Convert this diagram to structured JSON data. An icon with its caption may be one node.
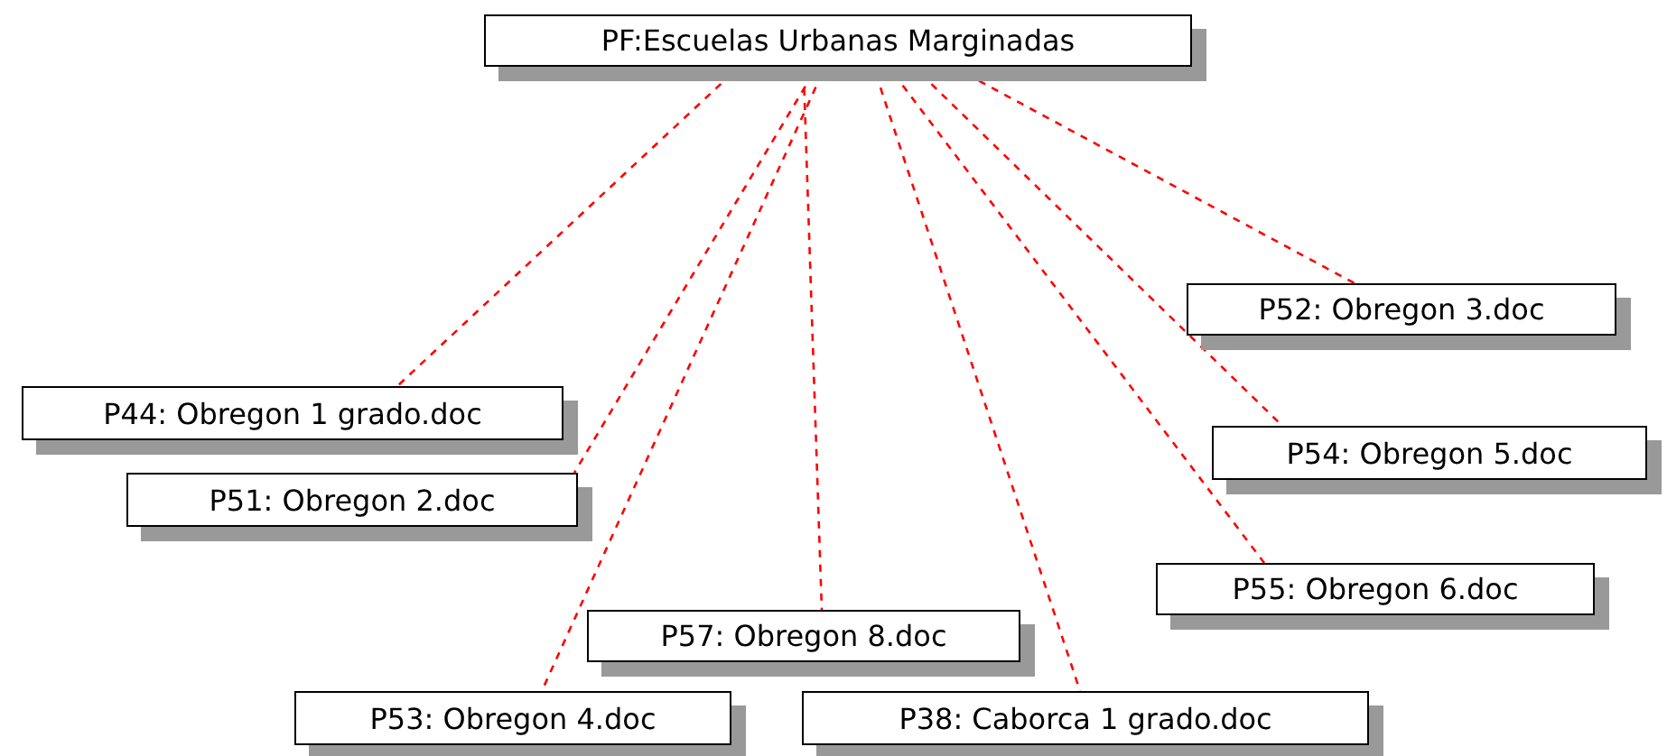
{
  "diagram": {
    "nodes": [
      {
        "text": [
          "PF:Escuelas Urbanas Marginadas"
        ]
      },
      {
        "text": [
          "P52: Obregon 3.doc"
        ]
      },
      {
        "text": [
          "P44: Obregon 1 grado.doc"
        ]
      },
      {
        "text": [
          "P54: Obregon 5.doc"
        ]
      },
      {
        "text": [
          "P51: Obregon 2.doc"
        ]
      },
      {
        "text": [
          "P55: Obregon 6.doc"
        ]
      },
      {
        "text": [
          "P57: Obregon 8.doc"
        ]
      },
      {
        "text": [
          "P53: Obregon 4.doc"
        ]
      },
      {
        "text": [
          "P38: Caborca 1 grado.doc"
        ]
      }
    ],
    "edges": [
      {
        "from": 0,
        "to": 1,
        "arrow": "none",
        "style": "dashed"
      },
      {
        "from": 0,
        "to": 2,
        "arrow": "none",
        "style": "dashed"
      },
      {
        "from": 0,
        "to": 3,
        "arrow": "none",
        "style": "dashed"
      },
      {
        "from": 0,
        "to": 4,
        "arrow": "none",
        "style": "dashed"
      },
      {
        "from": 0,
        "to": 5,
        "arrow": "none",
        "style": "dashed"
      },
      {
        "from": 0,
        "to": 6,
        "arrow": "none",
        "style": "dashed"
      },
      {
        "from": 0,
        "to": 7,
        "arrow": "none",
        "style": "dashed"
      },
      {
        "from": 0,
        "to": 8,
        "arrow": "none",
        "style": "dashed"
      }
    ]
  }
}
